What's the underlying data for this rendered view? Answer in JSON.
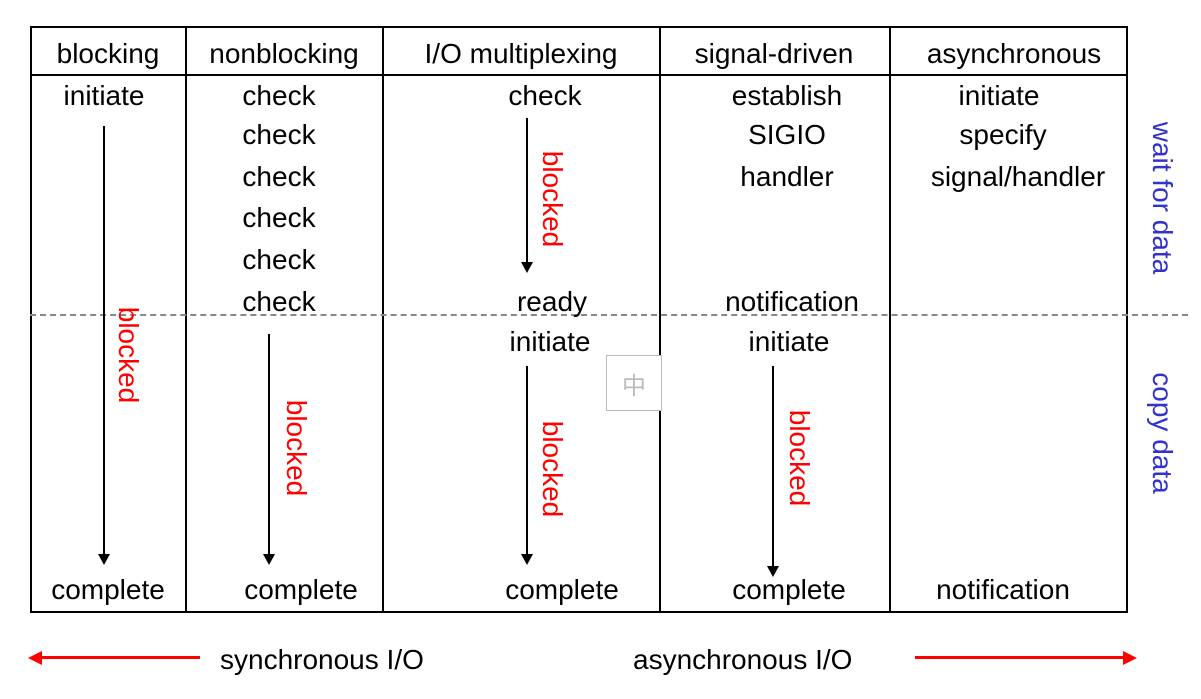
{
  "columns": [
    {
      "header": "blocking"
    },
    {
      "header": "nonblocking"
    },
    {
      "header": "I/O multiplexing"
    },
    {
      "header": "signal-driven"
    },
    {
      "header": "asynchronous"
    }
  ],
  "cells": {
    "blocking_initiate": "initiate",
    "blocking_complete": "complete",
    "nonblocking_check": "check",
    "nonblocking_complete": "complete",
    "multiplex_check": "check",
    "multiplex_ready": "ready",
    "multiplex_initiate": "initiate",
    "multiplex_complete": "complete",
    "signal_establish": "establish",
    "signal_sigio": "SIGIO",
    "signal_handler": "handler",
    "signal_notification": "notification",
    "signal_initiate": "initiate",
    "signal_complete": "complete",
    "async_initiate": "initiate",
    "async_specify": "specify",
    "async_signal_handler": "signal/handler",
    "async_notification": "notification"
  },
  "blocked_label": "blocked",
  "phases": {
    "wait_for_data": "wait for data",
    "copy_data": "copy data"
  },
  "footer": {
    "sync_label": "synchronous I/O",
    "async_label": "asynchronous I/O"
  },
  "ime_indicator": "中",
  "colors": {
    "blocked": "#ff0000",
    "phase": "#3333cc",
    "arrow": "#ff0000",
    "line": "#000000"
  }
}
